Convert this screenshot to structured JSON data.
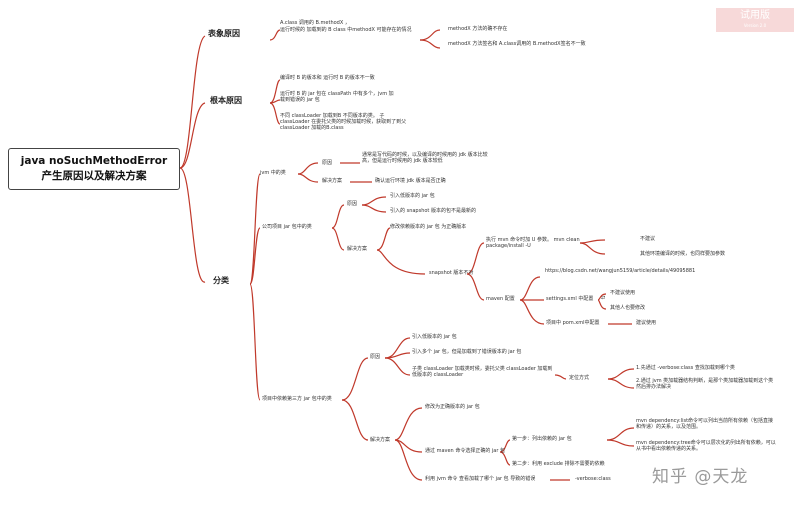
{
  "root": {
    "line1": "java noSuchMethodError",
    "line2": "产生原因以及解决方案"
  },
  "badge": {
    "label": "试用版",
    "sub": "Version 2.0"
  },
  "watermark": "知乎 @天龙",
  "branches": {
    "surface": {
      "title": "表象原因",
      "desc1": "A.class 调用的 B.methodX ，",
      "desc2": "运行时候的 加载到的 B class 中methodX 可能存在的情况",
      "cases": [
        "methodX 方法的确不存在",
        "methodX 方法签名和 A.class调用的 B.methodX签名不一致"
      ]
    },
    "root_cause": {
      "title": "根本原因",
      "items": [
        "编译时 B 的版本和 运行时 B 的版本不一致",
        "运行时 B 的 jar 包在 classPath 中有多个，jvm 加载到错误的 jar 包",
        "不同 classLoader 加载到B 不同版本的类。 子 classLoader 在委托父类的时候加载时候，获取到了到父 classLoader 加载的B.class"
      ]
    },
    "classify": {
      "title": "分类",
      "jvm": {
        "title": "jvm 中的类",
        "reason_label": "原因",
        "reason": "通常是写代码的时候，以及编译的时候用的 jdk 版本比较高，但是运行时候用的 jdk 版本较低",
        "solution_label": "解决方案",
        "solution": "确认运行环境 jdk 版本是否正确"
      },
      "company": {
        "title": "公司项目 jar 包中的类",
        "reason_label": "原因",
        "reasons": [
          "引入低版本的 jar 包",
          "引入的 snapshot 版本的包不是最新的"
        ],
        "solution_label": "解决方案",
        "fix_version": "修改依赖版本的 jar 包 为正确版本",
        "snapshot": "snapshot 版本不对",
        "mvn_exec": "执行 mvn 命令时加 U 参数。 mvn clean package/install  -U",
        "not_recommended": "不建议",
        "reason_other": "其他环境编译的时候，也同样要加参数",
        "maven": "maven 配置",
        "blog": "https://blog.csdn.net/wangjun5159/article/details/49095881",
        "settings": "settings.xml 中配置",
        "settings_arrow": "⇄",
        "settings_opt1": "不建议使用",
        "settings_opt2": "其他人也要修改",
        "pom": "项目中 pom.xml中配置",
        "pom_rec": "建议使用"
      },
      "third": {
        "title": "项目中依赖第三方 jar 包中的类",
        "reason_label": "原因",
        "reasons": [
          "引入低版本的 jar 包",
          "引入多个 jar 包，但是加载到了错误版本的 jar 包",
          "子类 classLoader 加载类时候，委托父类 classLoader 加载到低版本的 classLoader"
        ],
        "locate": "定位方式",
        "locate1": "1.先通过 -verbose:class 查找加载到哪个类",
        "locate2": "2.通过 jvm 类加载器结构判断，是那个类加载器加载到这个类 然后排办法解决",
        "solution_label": "解决方案",
        "fix_version": "修改为正确版本的 jar 包",
        "maven_choose": "通过 maven 命令选择正确的 jar 包",
        "step1": "第一步：列出依赖的 jar 包",
        "dep_list": "mvn dependency:list命令可以列出当前所有依赖（包括直接和传递）的关系，以及范围。",
        "dep_tree": "mvn dependency:tree命令可以层次化的列出所有依赖，可以从书中看出依赖传递的关系。",
        "step2": "第二步：利用 exclude 排除不需要的依赖",
        "jvm_cmd": "利用 jvm 命令 查看加载了哪个 jar 包 导致的错误",
        "verbose": "-verbose:class"
      }
    }
  }
}
